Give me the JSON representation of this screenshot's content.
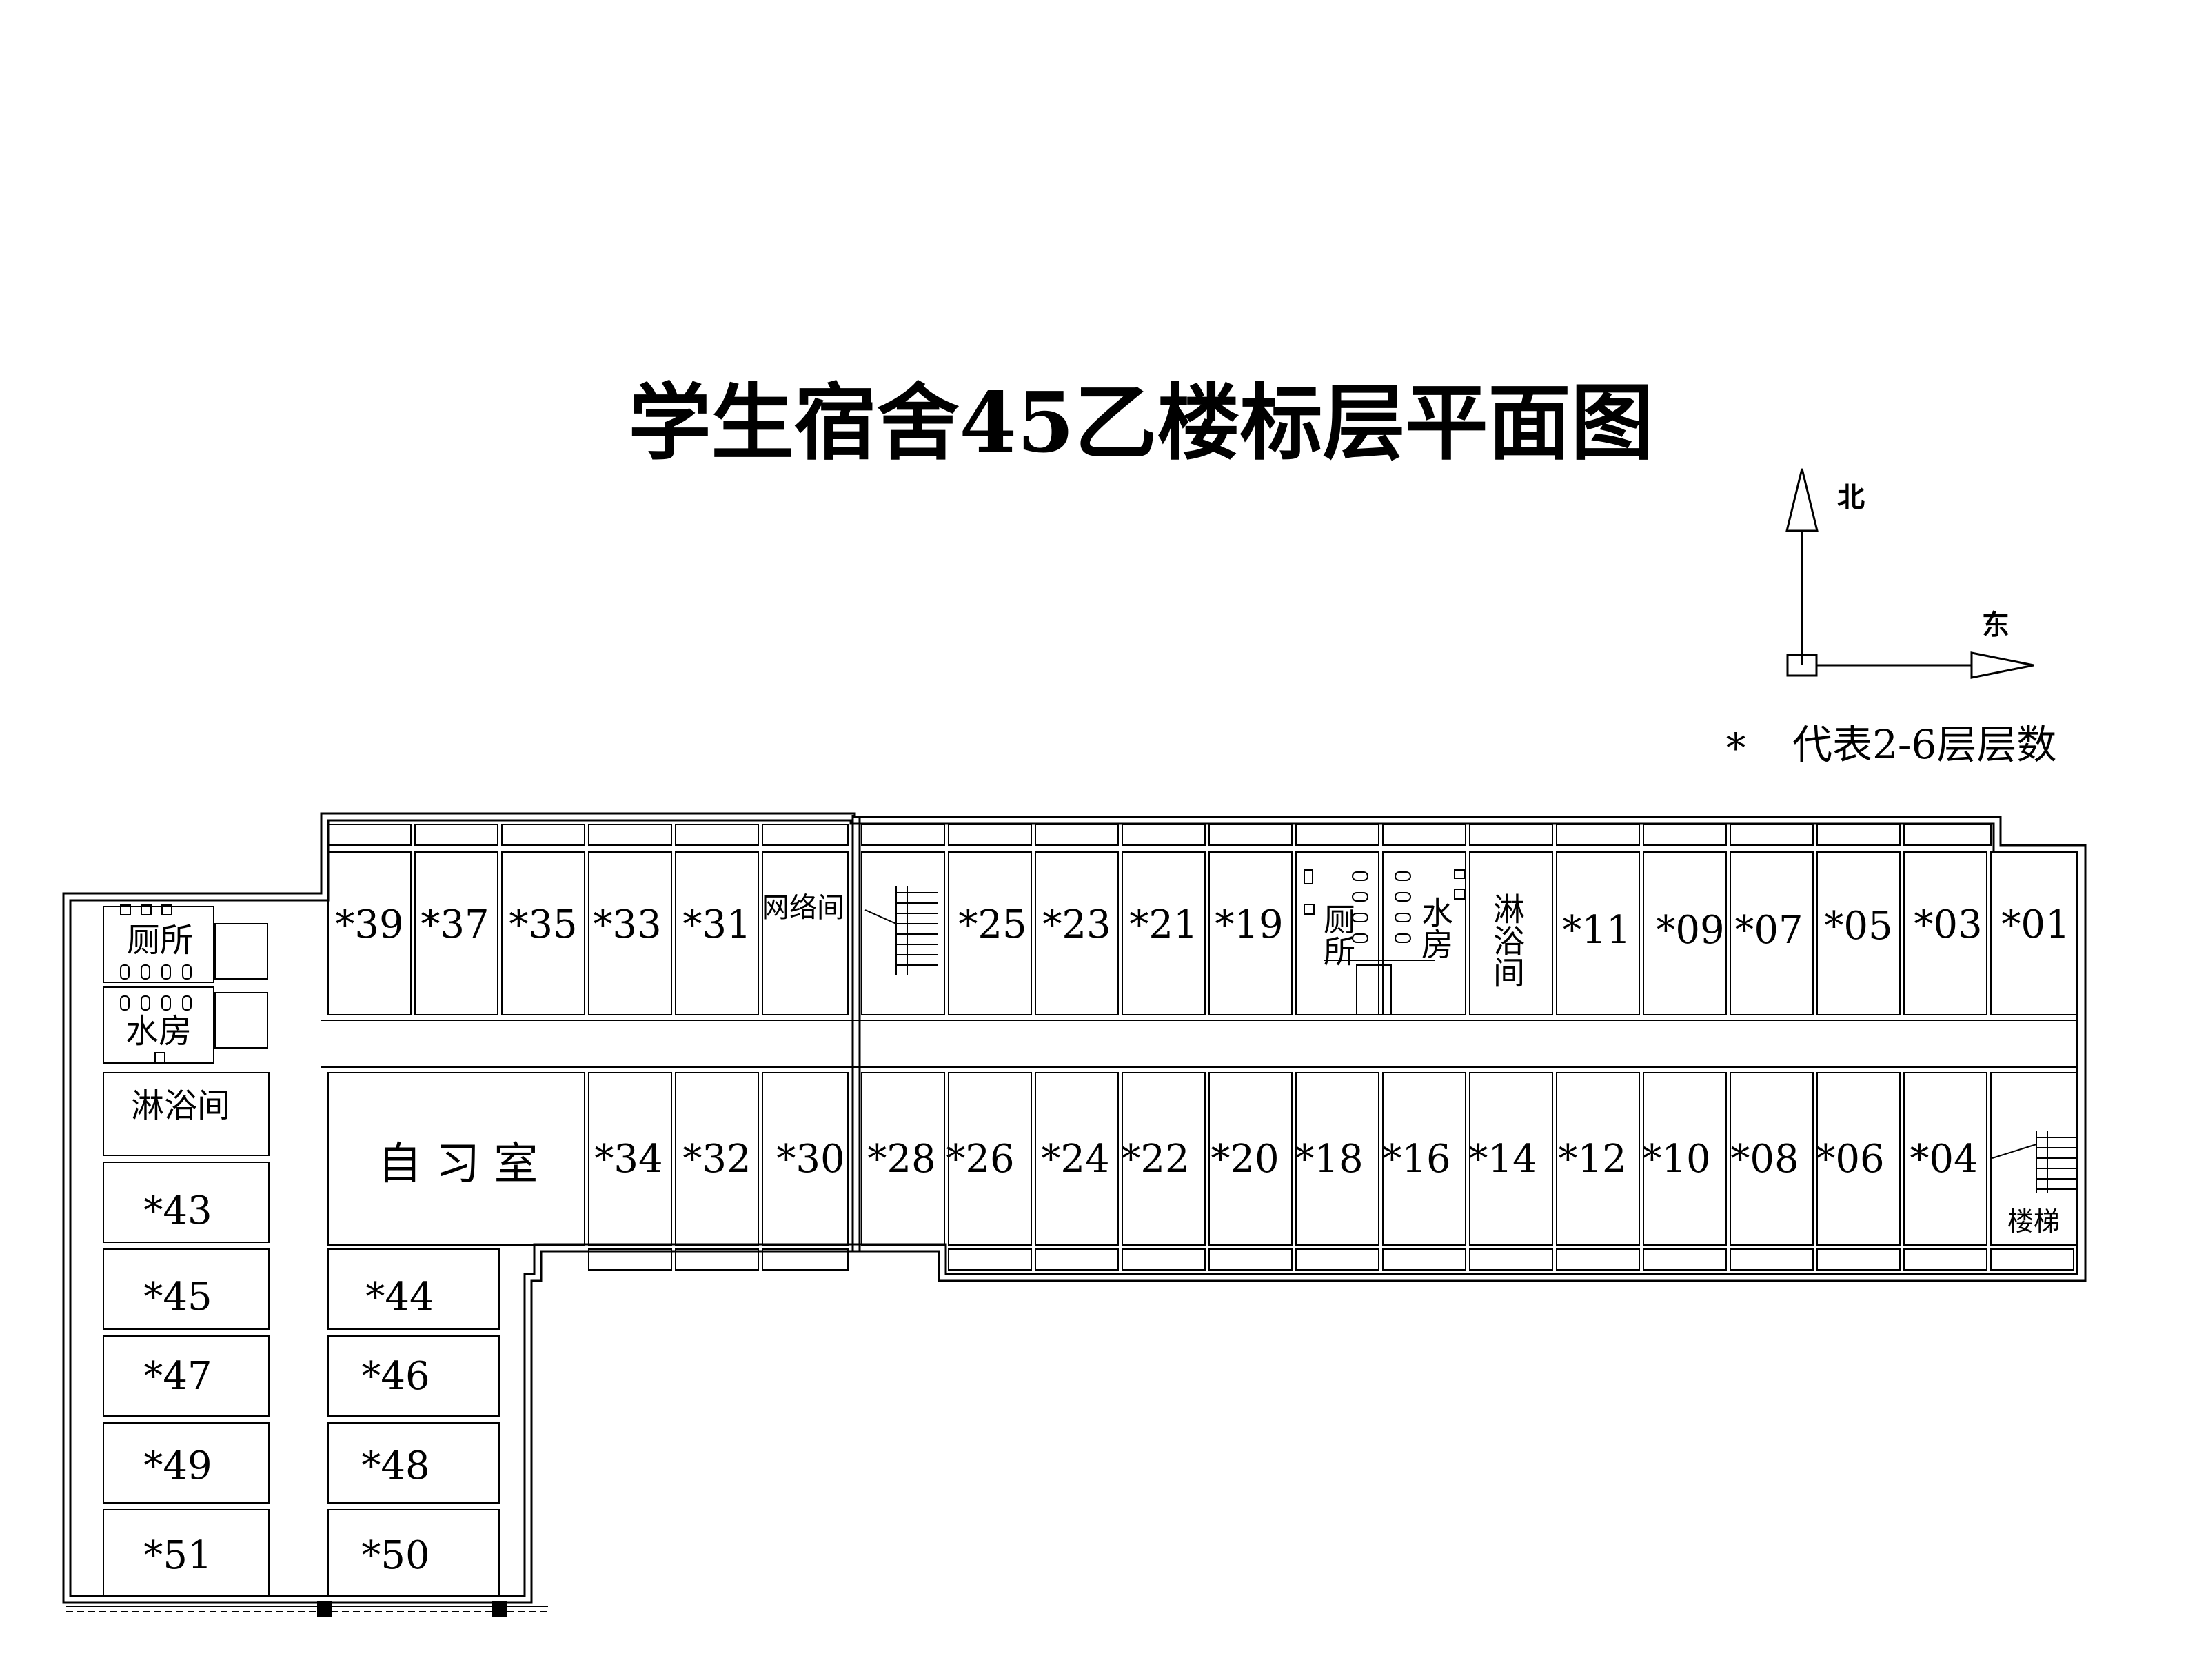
{
  "title": "学生宿舍45乙楼标层平面图",
  "compass": {
    "north": "北",
    "east": "东"
  },
  "legend": {
    "symbol": "*",
    "text": "代表2-6层层数"
  },
  "rooms": {
    "north_row": [
      "*39",
      "*37",
      "*35",
      "*33",
      "*31",
      "*25",
      "*23",
      "*21",
      "*19",
      "*11",
      "*09",
      "*07",
      "*05",
      "*03",
      "*01"
    ],
    "south_row": [
      "*34",
      "*32",
      "*30",
      "*28",
      "*26",
      "*24",
      "*22",
      "*20",
      "*18",
      "*16",
      "*14",
      "*12",
      "*10",
      "*08",
      "*06",
      "*04"
    ],
    "west_wing_left": [
      "*43",
      "*45",
      "*47",
      "*49",
      "*51"
    ],
    "west_wing_right": [
      "*44",
      "*46",
      "*48",
      "*50"
    ]
  },
  "facilities": {
    "network_room": "网络间",
    "toilet_west": "厕所",
    "washroom_west": "水房",
    "shower_west": "淋浴间",
    "study_room": "自 习 室",
    "toilet_mid": "厕所",
    "washroom_mid": "水房",
    "shower_mid": "淋浴间",
    "stairs": "楼梯"
  }
}
